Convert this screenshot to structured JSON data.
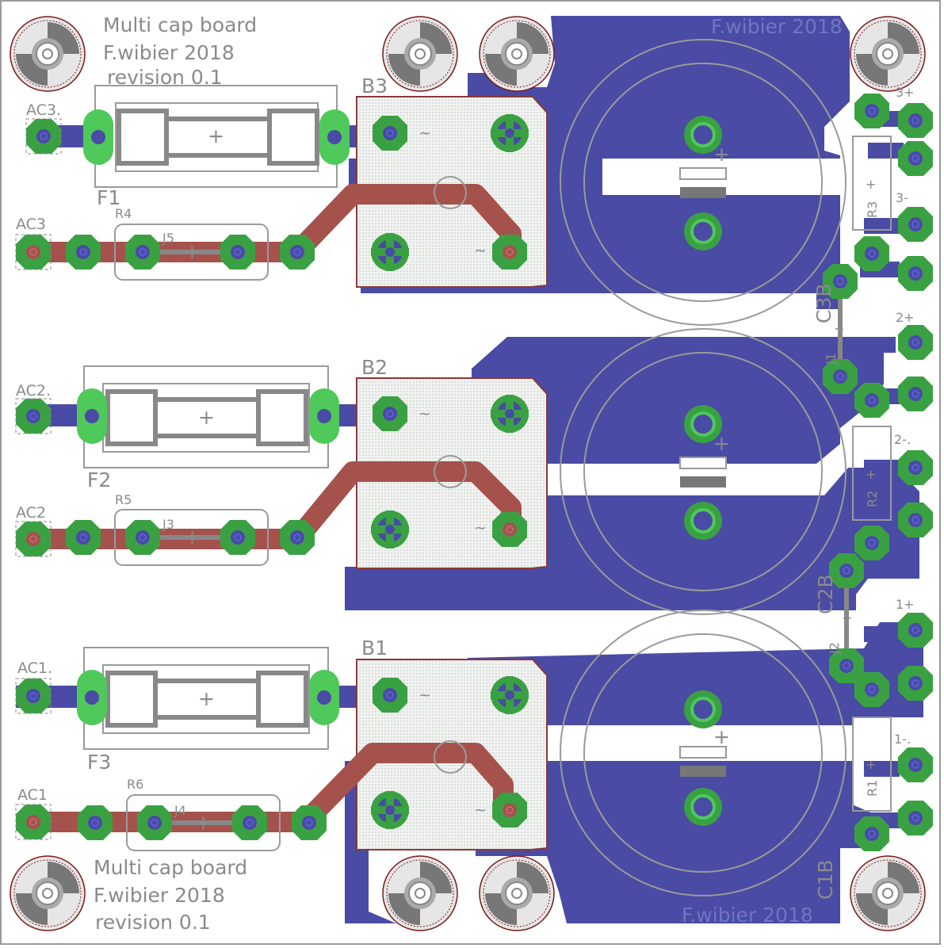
{
  "top_texts": {
    "line1": "Multi cap board",
    "line2": "F.wibier 2018",
    "line3": "revision 0.1"
  },
  "bottom_texts": {
    "line1": "Multi cap board",
    "line2": "F.wibier 2018",
    "line3": "revision 0.1"
  },
  "copper_texts": {
    "top": "F.wibier 2018",
    "bottom": "F.wibier 2018"
  },
  "bridges": {
    "b3": "B3",
    "b2": "B2",
    "b1": "B1"
  },
  "fuses": {
    "f1": "F1",
    "f2": "F2",
    "f3": "F3"
  },
  "resistors": {
    "r4": "R4",
    "r5": "R5",
    "r6": "R6",
    "r1": "R1",
    "r2": "R2",
    "r3": "R3"
  },
  "jumpers": {
    "j5": "J5",
    "j3": "J3",
    "j4": "J4",
    "j1": "J1",
    "j2": "J2"
  },
  "caps": {
    "c3b": "C3B",
    "c2b": "C2B",
    "c1b": "C1B"
  },
  "ac_labels": {
    "ac3_dot": "AC3.",
    "ac3": "AC3",
    "ac2_dot": "AC2.",
    "ac2": "AC2",
    "ac1_dot": "AC1.",
    "ac1": "AC1"
  },
  "outputs": {
    "p3": "3+",
    "m3": "3-",
    "p2": "2+",
    "m2": "2-.",
    "p1": "1+",
    "m1": "1-."
  },
  "colors": {
    "bottom_copper": "#4a4ba4",
    "top_copper": "#a5524d",
    "pad": "#3aa143",
    "pad_ring": "#4ec95a",
    "silkscreen": "#8a8a8a",
    "hole_ring": "#7a1a1a"
  }
}
